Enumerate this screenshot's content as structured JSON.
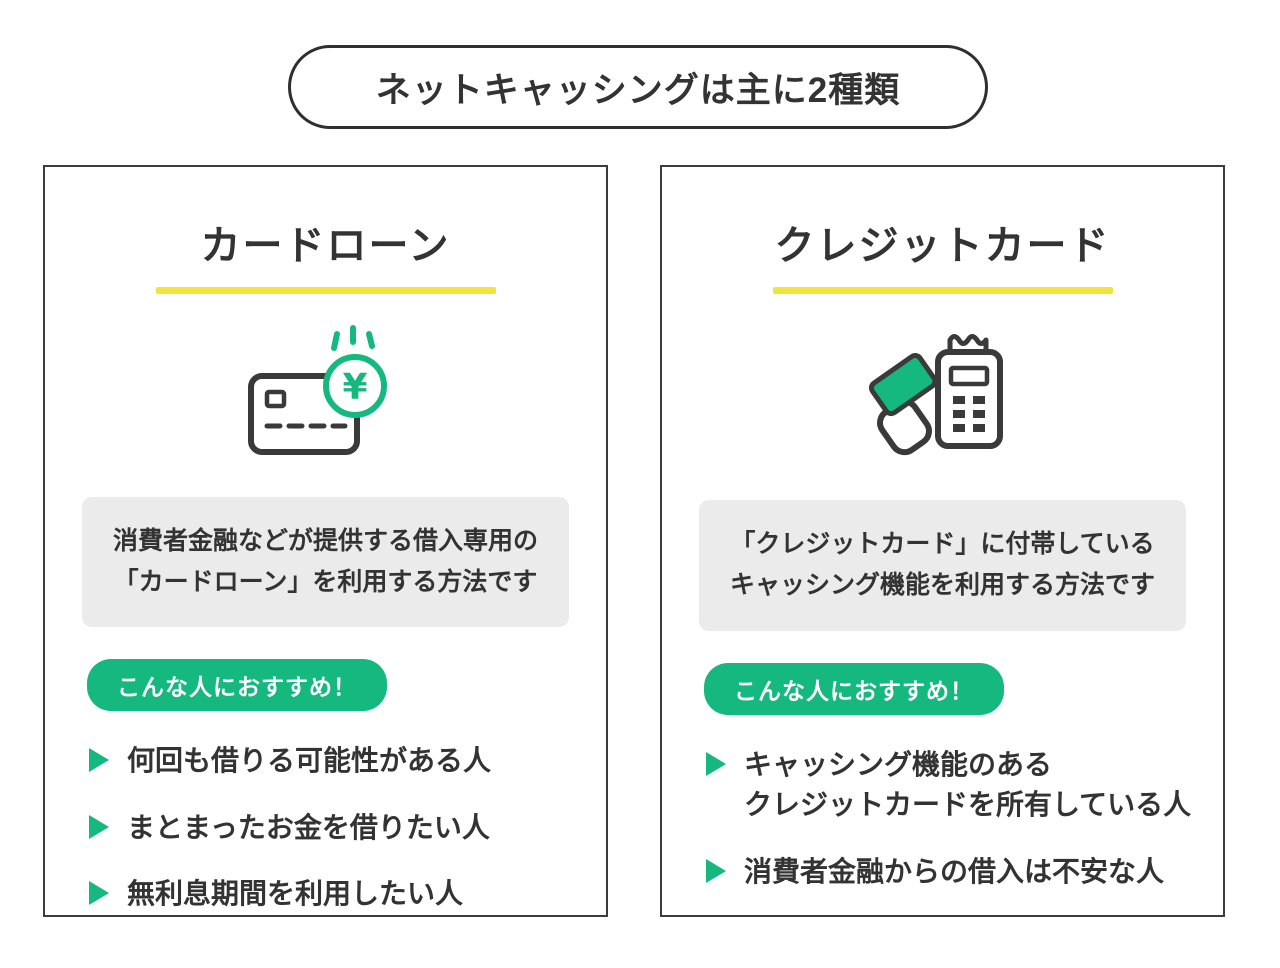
{
  "title": "ネットキャッシングは主に2種類",
  "colors": {
    "green": "#15b87f",
    "yellow": "#f2e43c",
    "text": "#333333",
    "box_gray": "#ebebeb",
    "shadow_dot": "#c4c4c4"
  },
  "cards": [
    {
      "heading": "カードローン",
      "icon": "card-loan-yen-icon",
      "description": "消費者金融などが提供する借入専用の\n「カードローン」を利用する方法です",
      "badge": "こんな人におすすめ！",
      "bullets": [
        "何回も借りる可能性がある人",
        "まとまったお金を借りたい人",
        "無利息期間を利用したい人"
      ]
    },
    {
      "heading": "クレジットカード",
      "icon": "credit-card-payment-icon",
      "description": "「クレジットカード」に付帯している\nキャッシング機能を利用する方法です",
      "badge": "こんな人におすすめ！",
      "bullets": [
        "キャッシング機能のある\nクレジットカードを所有している人",
        "消費者金融からの借入は不安な人"
      ]
    }
  ]
}
